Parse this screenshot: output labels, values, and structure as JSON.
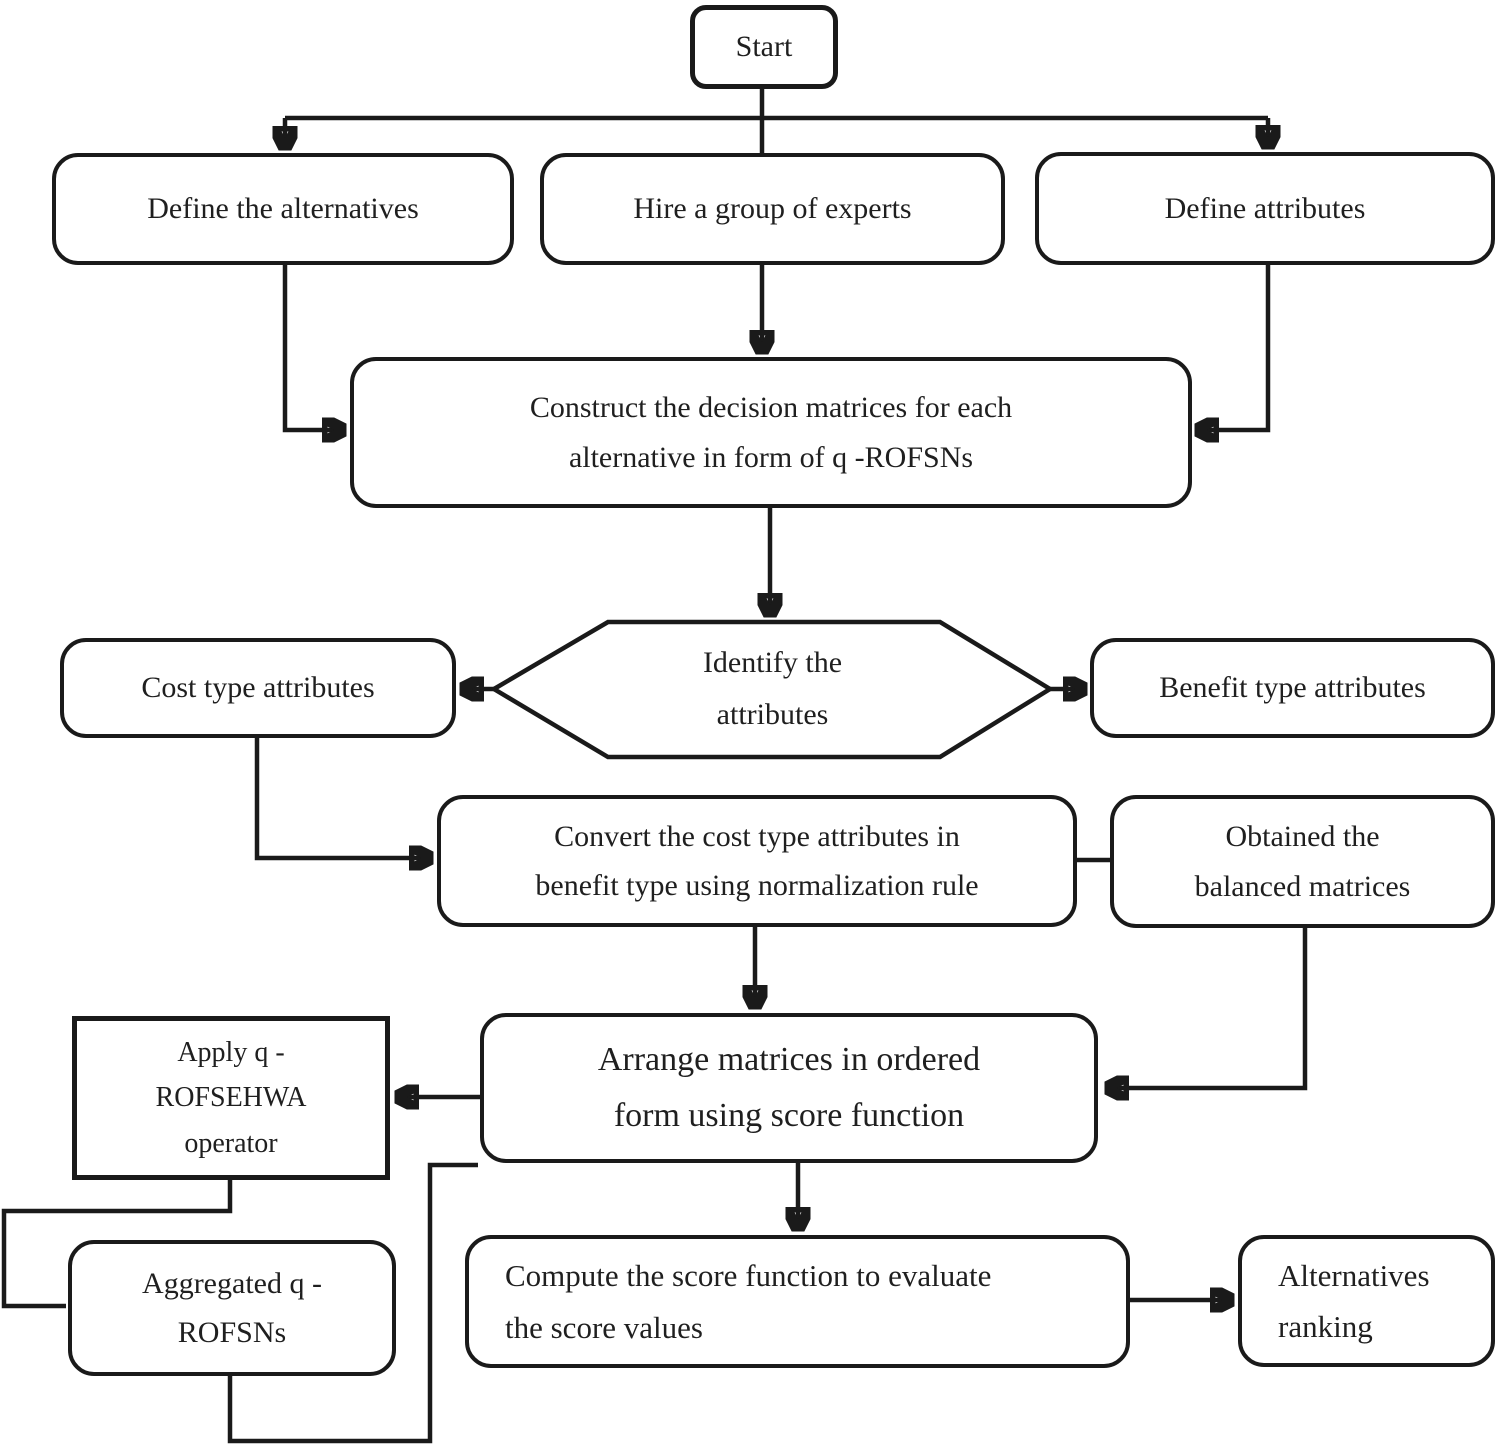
{
  "figure": {
    "type": "flowchart",
    "colors": {
      "line": "#1a1a1a",
      "node_fill": "#ffffff",
      "text": "#1f1f1f"
    },
    "nodes": {
      "start": {
        "lines": [
          "Start"
        ]
      },
      "define_alternatives": {
        "lines": [
          "Define the alternatives"
        ]
      },
      "hire_experts": {
        "lines": [
          "Hire a group of experts"
        ]
      },
      "define_attributes": {
        "lines": [
          "Define attributes"
        ]
      },
      "construct_matrices": {
        "lines": [
          "Construct the decision matrices for each",
          "alternative in form of q -ROFSNs"
        ]
      },
      "identify_attributes": {
        "lines": [
          "Identify the",
          "attributes"
        ]
      },
      "cost_type": {
        "lines": [
          "Cost type attributes"
        ]
      },
      "benefit_type": {
        "lines": [
          "Benefit type attributes"
        ]
      },
      "convert_cost": {
        "lines": [
          "Convert the cost type attributes in",
          "benefit type using normalization rule"
        ]
      },
      "obtained_balanced": {
        "lines": [
          "Obtained the",
          "balanced matrices"
        ]
      },
      "arrange_matrices": {
        "lines": [
          "Arrange matrices in ordered",
          "form using score function"
        ]
      },
      "apply_operator": {
        "lines": [
          "Apply q -",
          "ROFSEHWA",
          "operator"
        ]
      },
      "aggregated": {
        "lines": [
          "Aggregated q -",
          "ROFSNs"
        ]
      },
      "compute_score": {
        "lines": [
          "Compute the score function to evaluate",
          "the score values"
        ]
      },
      "alternatives_ranking": {
        "lines": [
          "Alternatives",
          "ranking"
        ]
      }
    }
  }
}
